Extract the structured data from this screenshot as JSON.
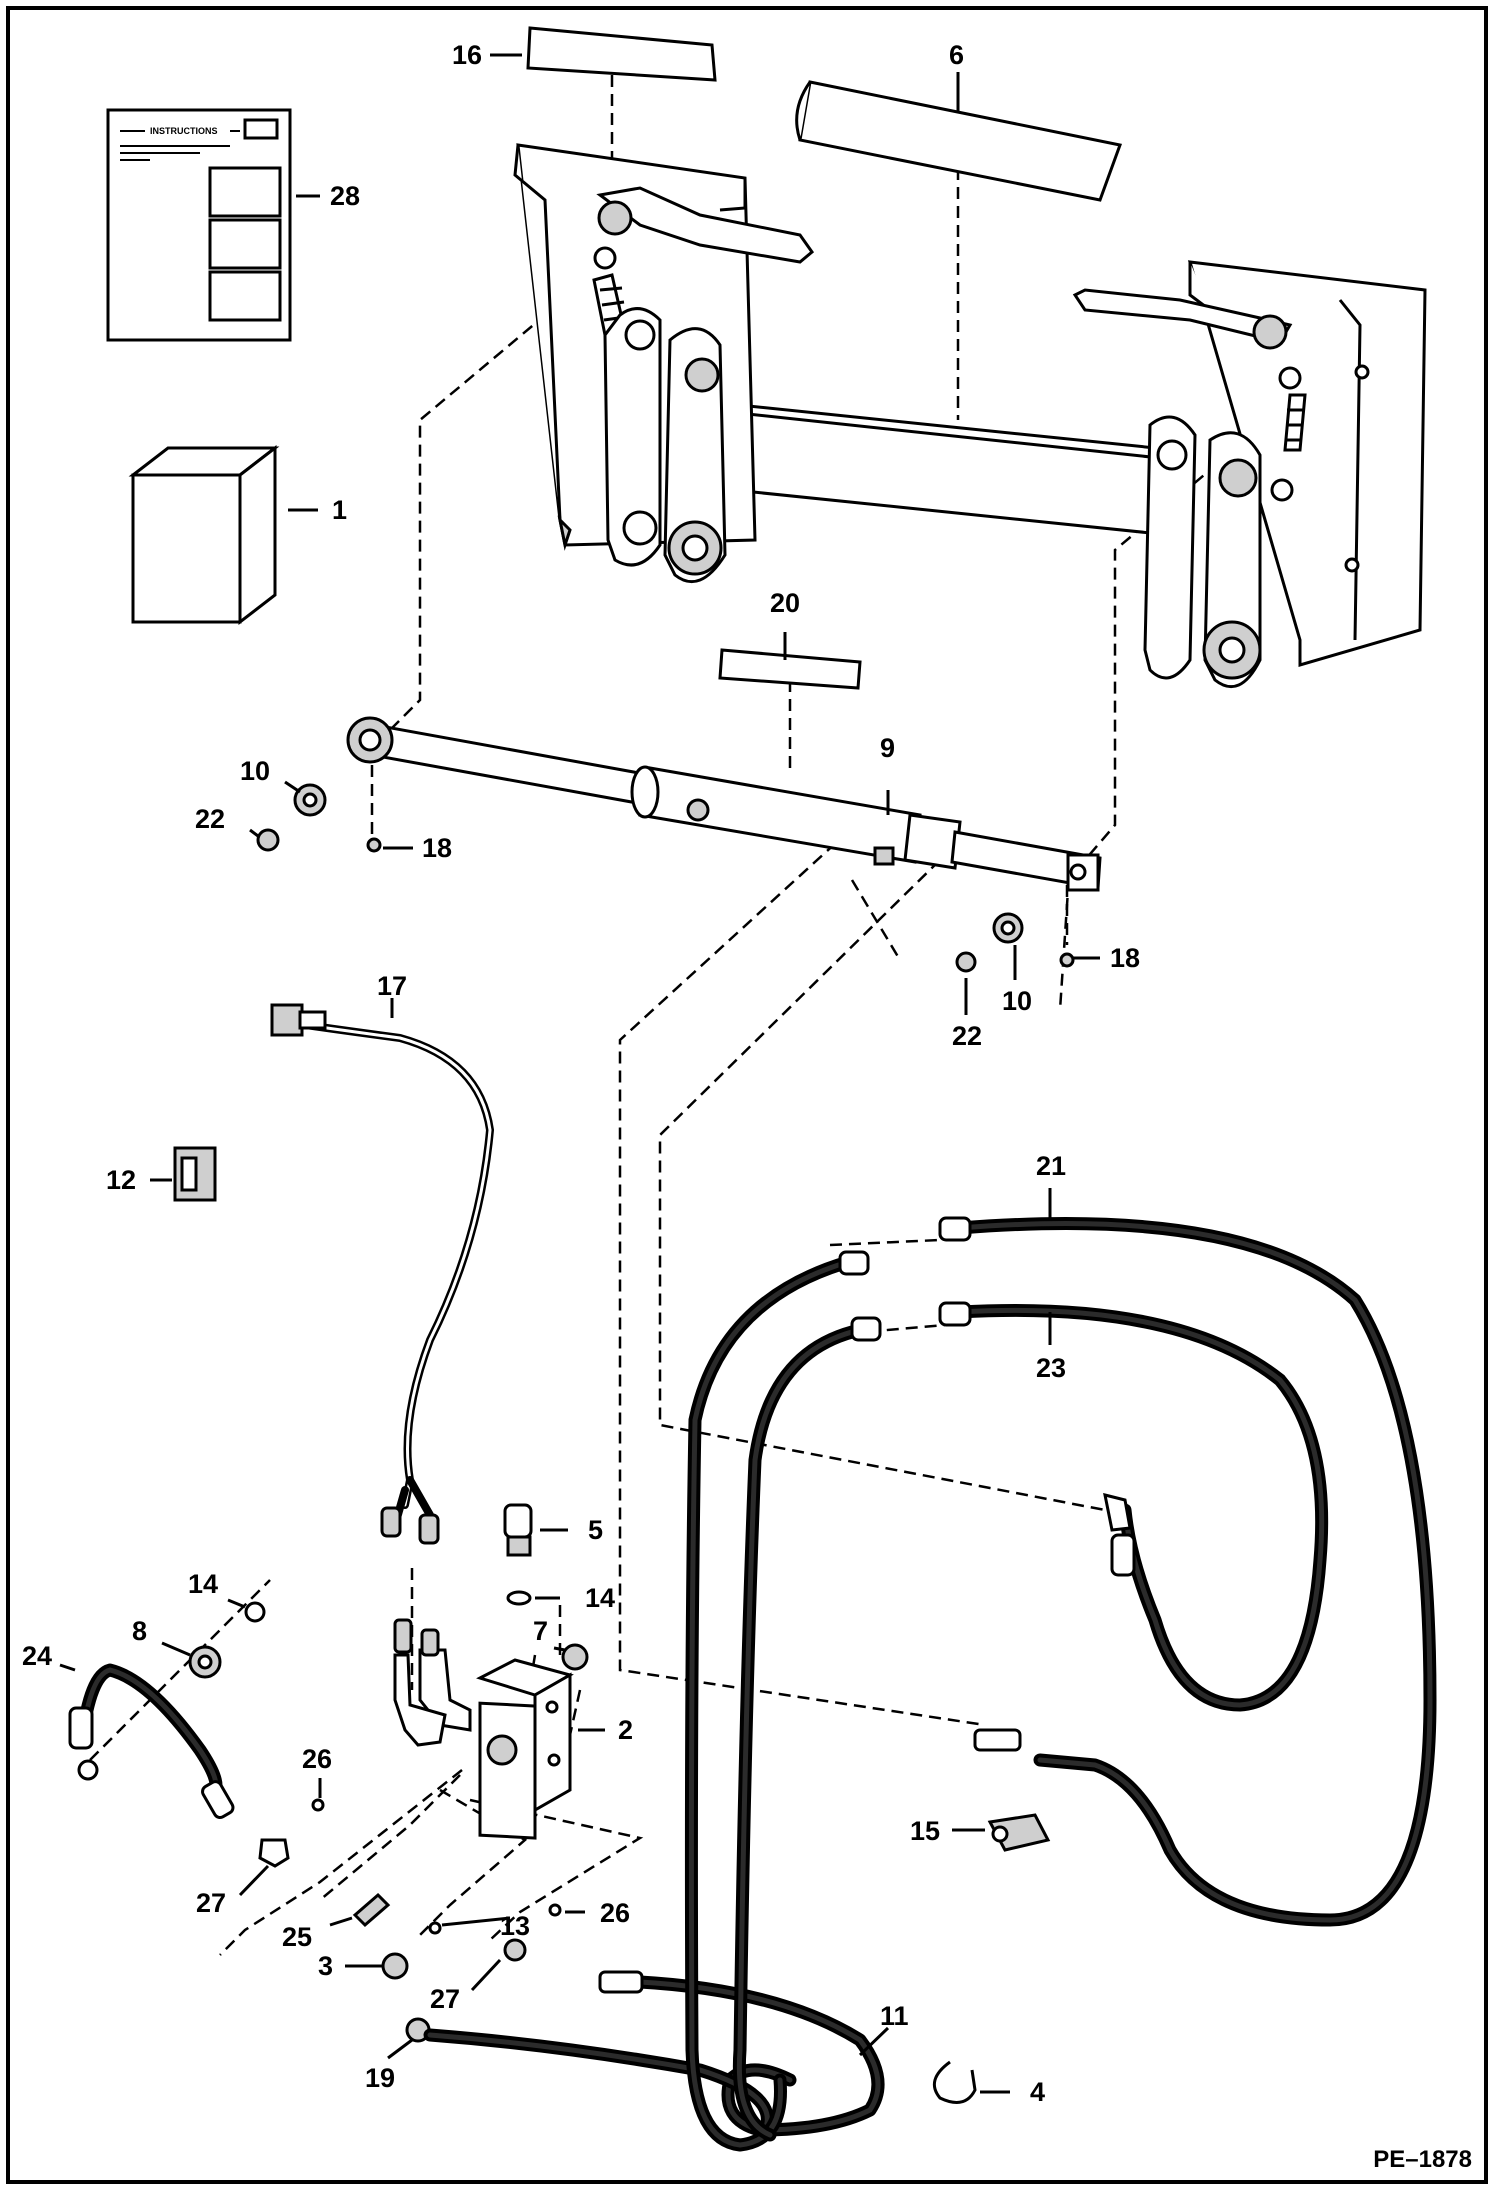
{
  "diagram": {
    "doc_code": "PE–1878",
    "instructions_sheet_header": "INSTRUCTIONS",
    "callouts": {
      "c1": "1",
      "c2": "2",
      "c3": "3",
      "c4": "4",
      "c5": "5",
      "c6": "6",
      "c7": "7",
      "c8": "8",
      "c9": "9",
      "c10a": "10",
      "c10b": "10",
      "c11": "11",
      "c12": "12",
      "c13": "13",
      "c14a": "14",
      "c14b": "14",
      "c15": "15",
      "c16": "16",
      "c17": "17",
      "c18a": "18",
      "c18b": "18",
      "c19": "19",
      "c20": "20",
      "c21": "21",
      "c22a": "22",
      "c22b": "22",
      "c23": "23",
      "c24": "24",
      "c25": "25",
      "c26a": "26",
      "c26b": "26",
      "c27a": "27",
      "c27b": "27",
      "c28": "28"
    }
  }
}
